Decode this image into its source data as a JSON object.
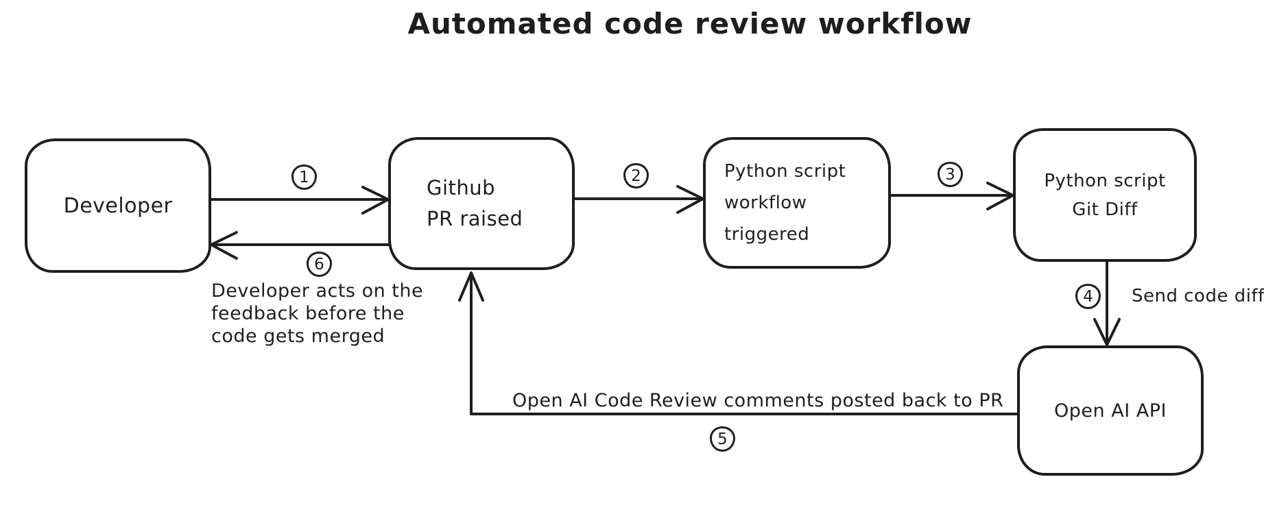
{
  "title": "Automated code review workflow",
  "colors": {
    "stroke": "#1e1e1e",
    "background": "#ffffff"
  },
  "nodes": {
    "developer": {
      "line1": "Developer"
    },
    "github": {
      "line1": "Github",
      "line2": "PR raised"
    },
    "python_workflow": {
      "line1": "Python script",
      "line2": "workflow triggered"
    },
    "python_gitdiff": {
      "line1": "Python script",
      "line2": "Git Diff"
    },
    "openai": {
      "line1": "Open AI API"
    }
  },
  "steps": {
    "s1": "1",
    "s2": "2",
    "s3": "3",
    "s4": "4",
    "s5": "5",
    "s6": "6"
  },
  "edge_labels": {
    "send_code_diff": "Send code diff",
    "comments_posted_back": "Open AI Code Review comments posted back to PR",
    "feedback_line1": "Developer acts on the",
    "feedback_line2": "feedback before the",
    "feedback_line3": "code gets merged"
  }
}
